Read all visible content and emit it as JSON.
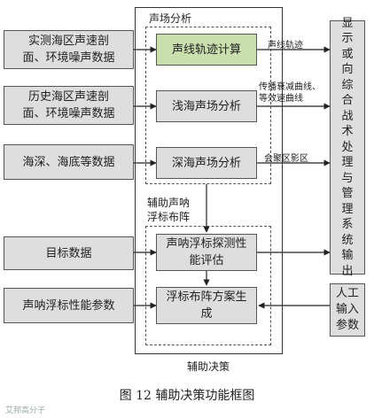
{
  "frame_title": "声场分析",
  "frame_bottom": "辅助决策",
  "inputs": [
    "实测海区声速剖\n面、环境噪声数据",
    "历史海区声速剖\n面、环境噪声数据",
    "海深、海底等数据",
    "目标数据",
    "声呐浮标性能参数"
  ],
  "analysis_boxes": [
    "声线轨迹计算",
    "浅海声场分析",
    "深海声场分析"
  ],
  "assist_title": "辅助声呐\n浮标布阵",
  "assist_boxes": [
    "声呐浮标探测性\n能评估",
    "浮标布阵方案生\n成"
  ],
  "edge_labels": [
    "声线轨迹",
    "传播衰减曲线、\n等效速曲线",
    "会聚区影区"
  ],
  "right_box": [
    "显",
    "示",
    "或",
    "向",
    "综",
    "合",
    "战",
    "术",
    "处",
    "理",
    "与",
    "管",
    "理",
    "系",
    "统",
    "输",
    "出"
  ],
  "manual_box": "人工\n输入\n参数",
  "caption": "图 12  辅助决策功能框图",
  "watermark": "艾邦高分子"
}
